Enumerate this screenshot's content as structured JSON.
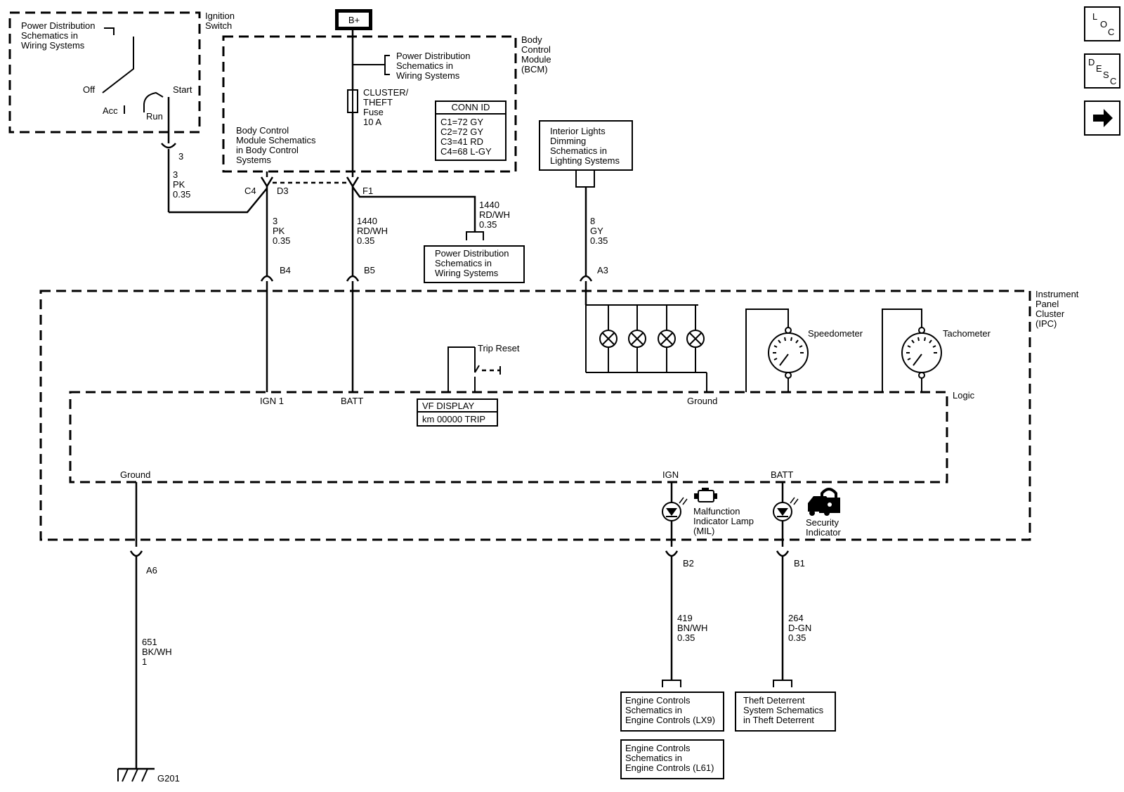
{
  "ignition": {
    "ref": [
      "Power Distribution",
      "Schematics in",
      "Wiring Systems"
    ],
    "title": [
      "Ignition",
      "Switch"
    ],
    "off": "Off",
    "acc": "Acc",
    "run": "Run",
    "start": "Start",
    "pin": "3",
    "wire": [
      "3",
      "PK",
      "0.35"
    ]
  },
  "battery": {
    "label": "B+"
  },
  "bcm": {
    "title": [
      "Body",
      "Control",
      "Module",
      "(BCM)"
    ],
    "ref_pd": [
      "Power Distribution",
      "Schematics in",
      "Wiring Systems"
    ],
    "fuse": [
      "CLUSTER/",
      "THEFT",
      "Fuse",
      "10 A"
    ],
    "ref_bcm": [
      "Body Control",
      "Module Schematics",
      "in Body Control",
      "Systems"
    ],
    "conn_title": "CONN ID",
    "conn": [
      "C1=72 GY",
      "C2=72 GY",
      "C3=41 RD",
      "C4=68 L-GY"
    ],
    "pin_c4": "C4",
    "pin_d3": "D3",
    "pin_f1": "F1"
  },
  "wires": {
    "pk": [
      "3",
      "PK",
      "0.35"
    ],
    "rdwh_left": [
      "1440",
      "RD/WH",
      "0.35"
    ],
    "rdwh_right": [
      "1440",
      "RD/WH",
      "0.35"
    ],
    "gy": [
      "8",
      "GY",
      "0.35"
    ],
    "bkwh": [
      "651",
      "BK/WH",
      "1"
    ],
    "bnwh": [
      "419",
      "BN/WH",
      "0.35"
    ],
    "dgn": [
      "264",
      "D-GN",
      "0.35"
    ]
  },
  "pd_box": [
    "Power Distribution",
    "Schematics in",
    "Wiring Systems"
  ],
  "dimming_box": [
    "Interior Lights",
    "Dimming",
    "Schematics in",
    "Lighting Systems"
  ],
  "connectors": {
    "b4": "B4",
    "b5": "B5",
    "a3": "A3",
    "a6": "A6",
    "b2": "B2",
    "b1": "B1"
  },
  "ipc": {
    "title": [
      "Instrument",
      "Panel",
      "Cluster",
      "(IPC)"
    ],
    "trip_reset": "Trip Reset",
    "speedometer": "Speedometer",
    "tachometer": "Tachometer",
    "logic": "Logic",
    "ign1": "IGN 1",
    "batt": "BATT",
    "ground_top": "Ground",
    "vf_title": "VF DISPLAY",
    "vf_value": "km 00000 TRIP",
    "ground_bottom": "Ground",
    "ign": "IGN",
    "batt2": "BATT",
    "mil": [
      "Malfunction",
      "Indicator Lamp",
      "(MIL)"
    ],
    "security": [
      "Security",
      "Indicator"
    ]
  },
  "engine_lx9": [
    "Engine Controls",
    "Schematics in",
    "Engine Controls (LX9)"
  ],
  "engine_l61": [
    "Engine Controls",
    "Schematics in",
    "Engine Controls (L61)"
  ],
  "theft_box": [
    "Theft Deterrent",
    "System Schematics",
    "in Theft Deterrent"
  ],
  "ground_id": "G201",
  "nav": {
    "loc": [
      "L",
      "O",
      "C"
    ],
    "desc": [
      "D",
      "E",
      "S",
      "C"
    ]
  }
}
